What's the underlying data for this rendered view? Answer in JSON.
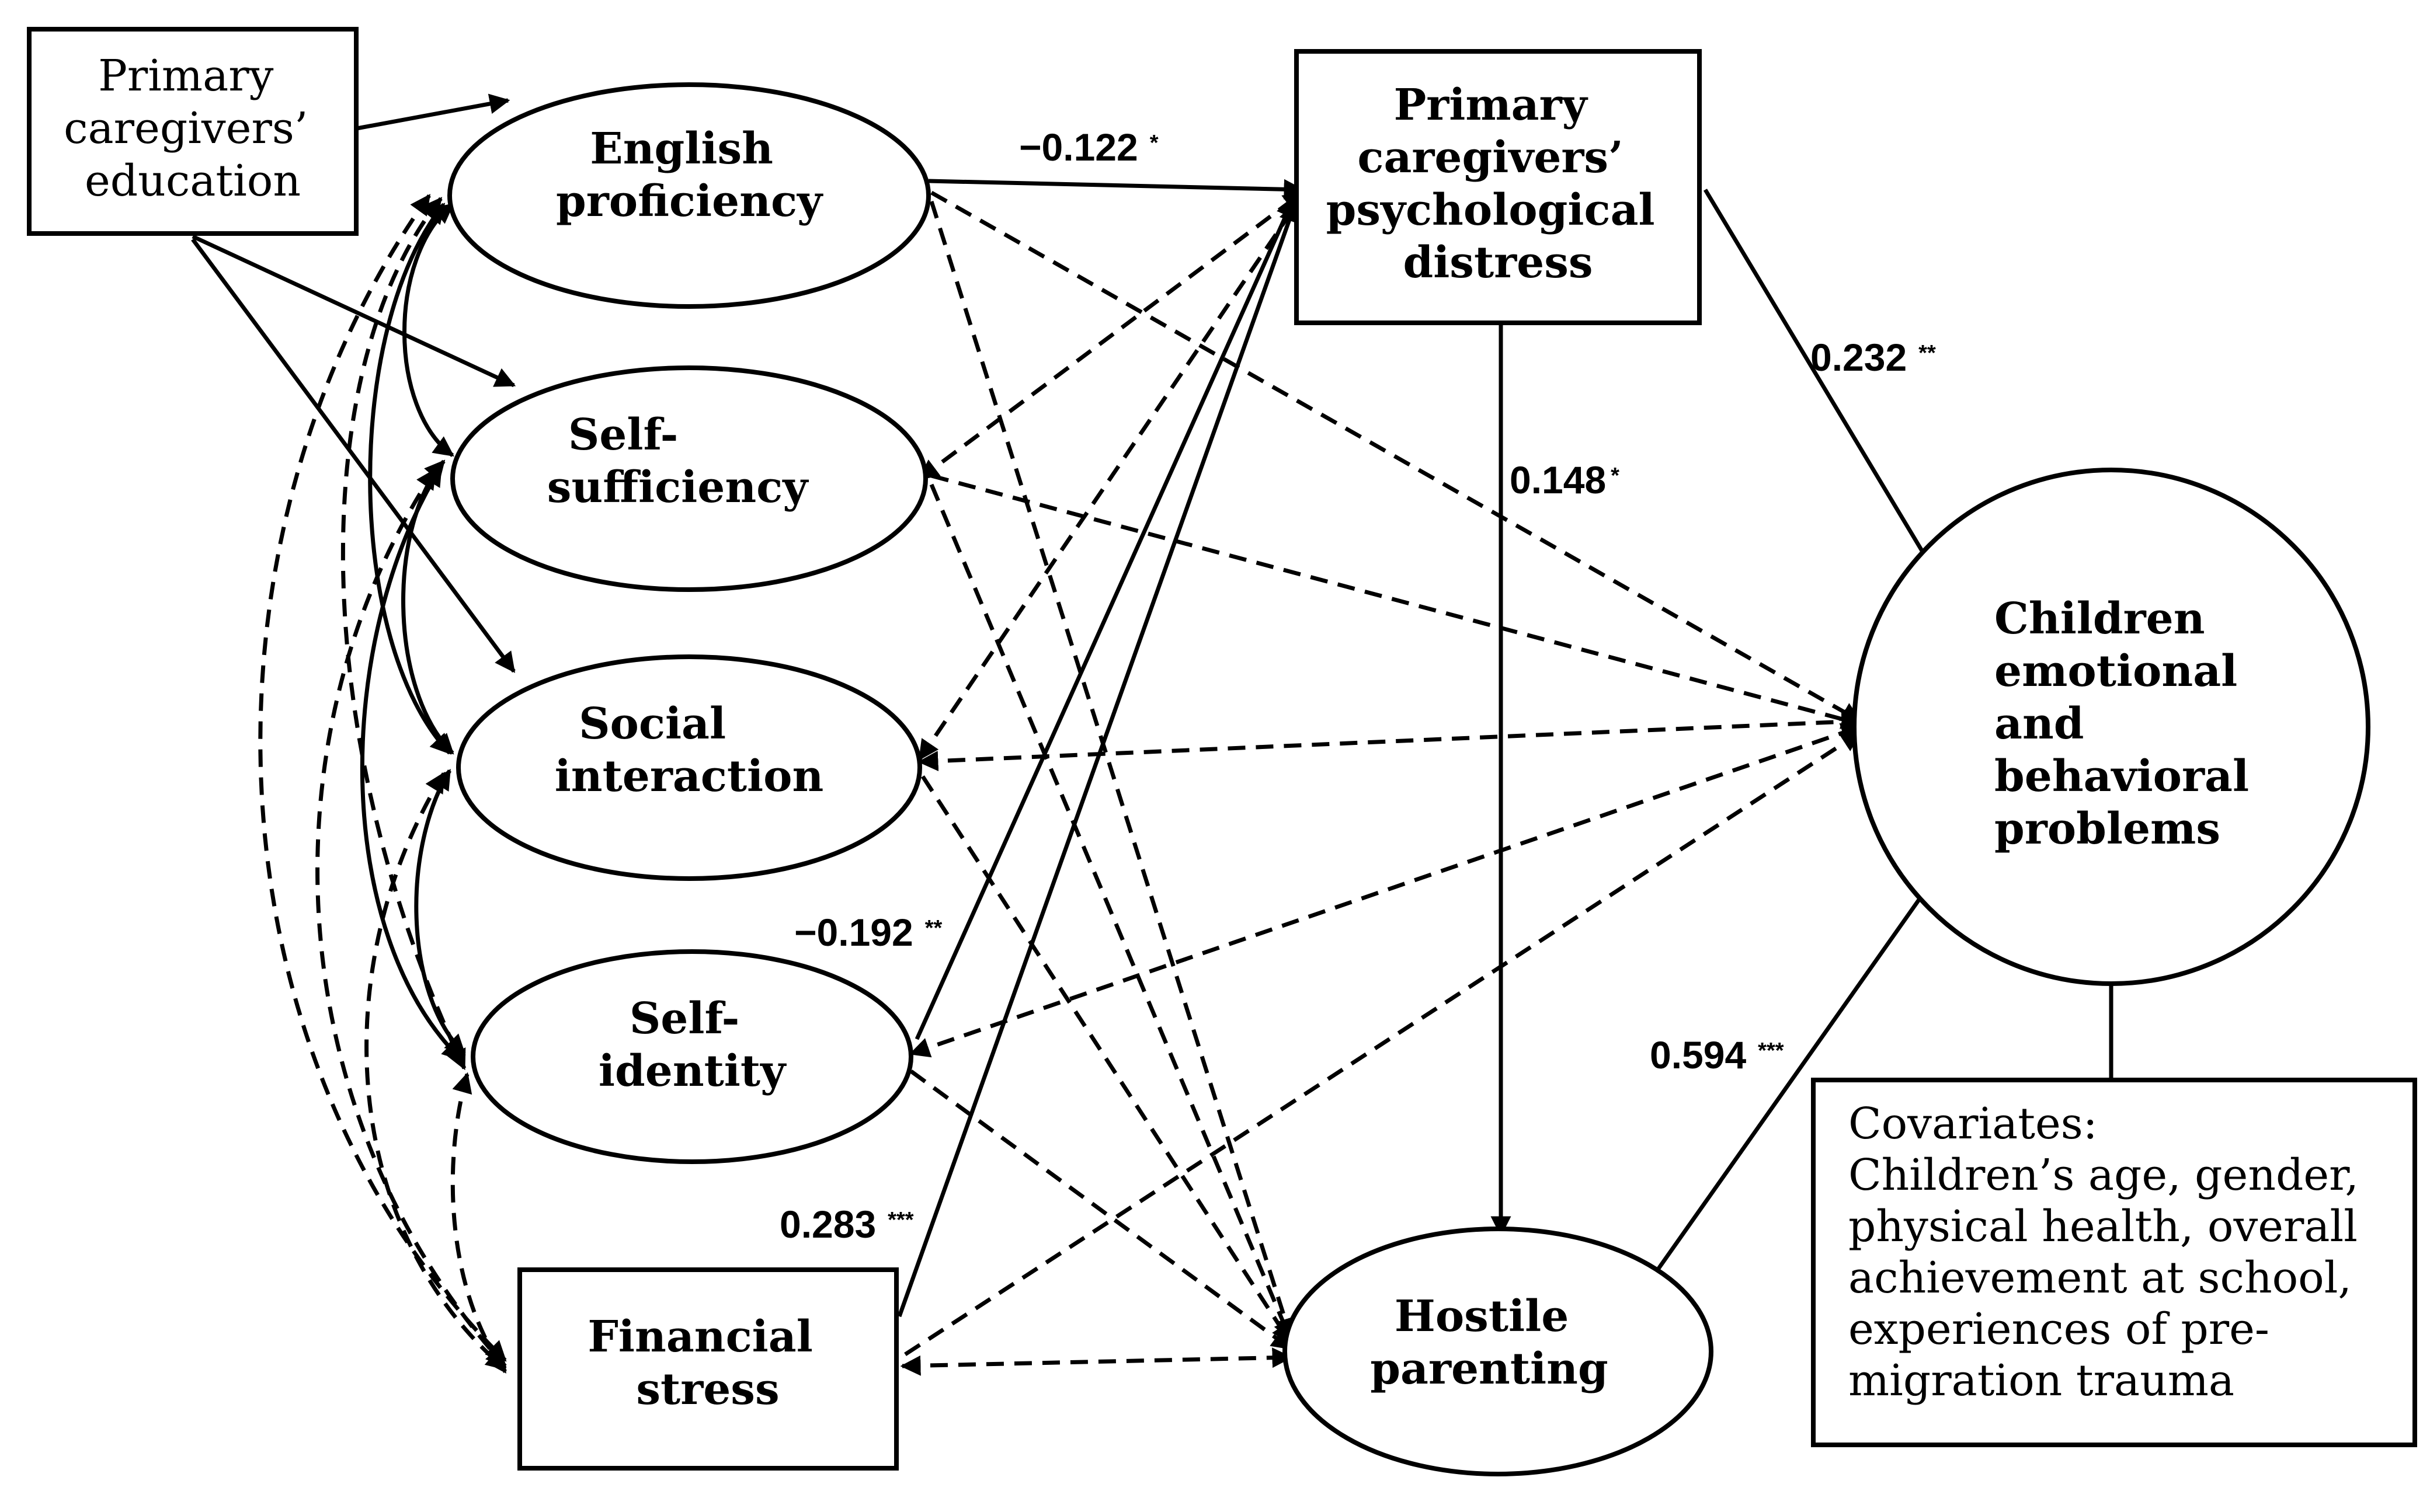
{
  "nodes": {
    "education": {
      "lines": [
        "Primary",
        "caregivers’",
        "education"
      ]
    },
    "english": {
      "lines": [
        "English",
        "proficiency"
      ]
    },
    "selfsuff": {
      "lines": [
        "Self-",
        "sufficiency"
      ]
    },
    "social": {
      "lines": [
        "Social",
        "interaction"
      ]
    },
    "selfid": {
      "lines": [
        "Self-",
        "identity"
      ]
    },
    "financial": {
      "lines": [
        "Financial",
        "stress"
      ]
    },
    "distress": {
      "lines": [
        "Primary",
        "caregivers’",
        "psychological",
        "distress"
      ]
    },
    "hostile": {
      "lines": [
        "Hostile",
        "parenting"
      ]
    },
    "children": {
      "lines": [
        "Children",
        "emotional",
        "and",
        "behavioral",
        "problems"
      ]
    },
    "covariates": {
      "lines": [
        "Covariates:",
        "Children’s age, gender,",
        "physical health, overall",
        "achievement at school,",
        "experiences of pre-",
        "migration trauma"
      ]
    }
  },
  "coefficients": {
    "english_distress": {
      "value": "−0.122",
      "sig": "*"
    },
    "distress_children": {
      "value": "0.232",
      "sig": "**"
    },
    "distress_hostile": {
      "value": "0.148",
      "sig": "*"
    },
    "selfid_distress": {
      "value": "−0.192",
      "sig": "**"
    },
    "financial_distress": {
      "value": "0.283",
      "sig": "***"
    },
    "hostile_children": {
      "value": "0.594",
      "sig": "***"
    }
  }
}
